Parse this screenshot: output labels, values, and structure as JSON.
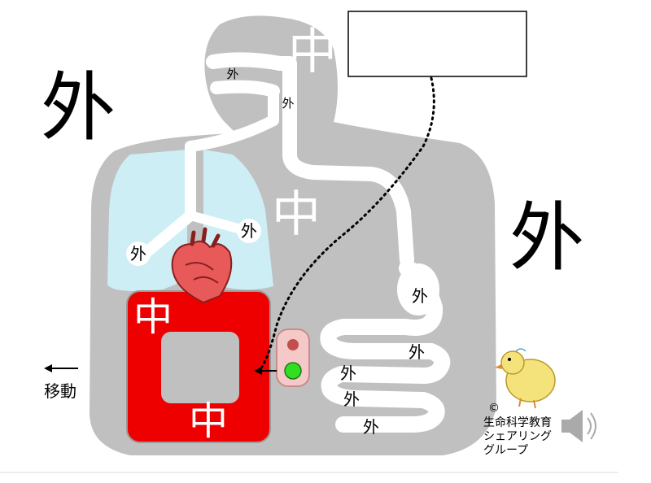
{
  "labels": {
    "outside_left": "外",
    "outside_right": "外",
    "inside_head": "中",
    "inside_chest": "中",
    "inside_red_top": "中",
    "inside_red_bottom": "中",
    "mouth_out": "外",
    "throat_out": "外",
    "lung_left_out": "外",
    "lung_right_out": "外",
    "stomach_out": "外",
    "gut_out_1": "外",
    "gut_out_2": "外",
    "gut_out_3": "外",
    "gut_out_4": "外"
  },
  "move_label": "移動",
  "credit": {
    "copyright": "©",
    "line1": "生命科学教育",
    "line2": "シェアリング",
    "line3": "グループ"
  },
  "input_box": {
    "value": ""
  },
  "icons": [
    "heart-icon",
    "traffic-light-icon",
    "chick-icon",
    "speaker-icon",
    "left-arrow-icon"
  ],
  "colors": {
    "body_gray": "#c0c0c0",
    "tube_white": "#ffffff",
    "lung_blue": "#cdeef5",
    "red_box": "#ee0000",
    "heart_red": "#e85a5a",
    "light_panel": "#f6c9c9",
    "light_red": "#c0504d",
    "light_green": "#33dd22"
  }
}
